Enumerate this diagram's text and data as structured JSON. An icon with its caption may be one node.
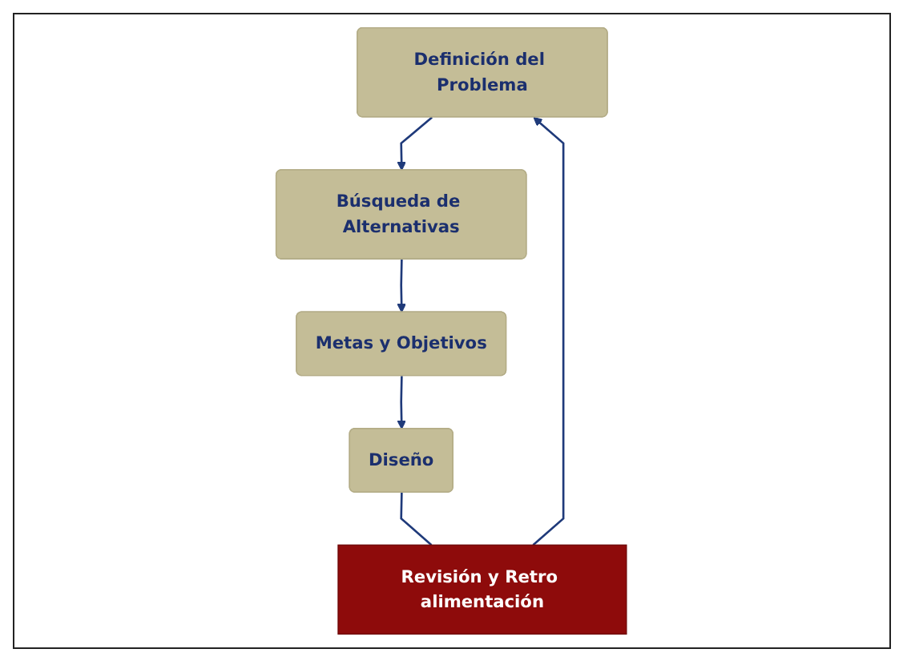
{
  "diagram": {
    "nodes": [
      {
        "text": [
          "Definición del Problema"
        ]
      },
      {
        "text": [
          "Búsqueda de Alternativas"
        ]
      },
      {
        "text": [
          "Revisión y Retro alimentación"
        ]
      },
      {
        "text": [
          "Metas y Objetivos"
        ]
      },
      {
        "text": [
          "Diseño"
        ]
      }
    ],
    "edges": [
      {
        "from": 0,
        "to": 1,
        "arrow": "to"
      },
      {
        "from": 1,
        "to": 3,
        "arrow": "to"
      },
      {
        "from": 3,
        "to": 4,
        "arrow": "to"
      },
      {
        "from": 4,
        "to": 2,
        "arrow": "none"
      },
      {
        "from": 2,
        "to": 0,
        "arrow": "to"
      }
    ]
  }
}
